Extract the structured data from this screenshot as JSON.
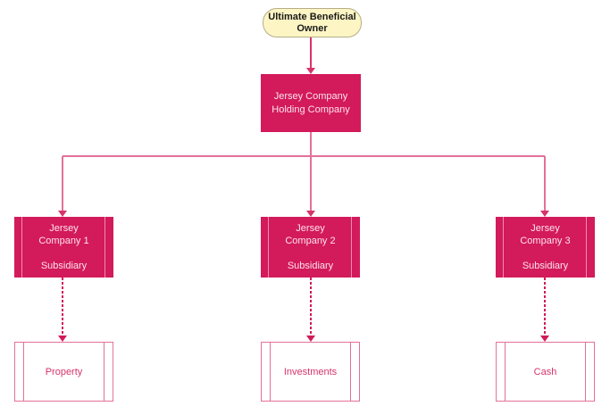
{
  "diagram": {
    "ubo": {
      "label_line1": "Ultimate Beneficial",
      "label_line2": "Owner"
    },
    "holding": {
      "label_line1": "Jersey Company",
      "label_line2": "Holding Company"
    },
    "subsidiaries": [
      {
        "line1": "Jersey",
        "line2": "Company 1",
        "role": "Subsidiary"
      },
      {
        "line1": "Jersey",
        "line2": "Company 2",
        "role": "Subsidiary"
      },
      {
        "line1": "Jersey",
        "line2": "Company 3",
        "role": "Subsidiary"
      }
    ],
    "assets": [
      {
        "label": "Property"
      },
      {
        "label": "Investments"
      },
      {
        "label": "Cash"
      }
    ],
    "colors": {
      "primary": "#d31a5a",
      "connector": "#d8336b",
      "ubo_fill": "#fdf5c4",
      "asset_text": "#d8336b"
    }
  }
}
